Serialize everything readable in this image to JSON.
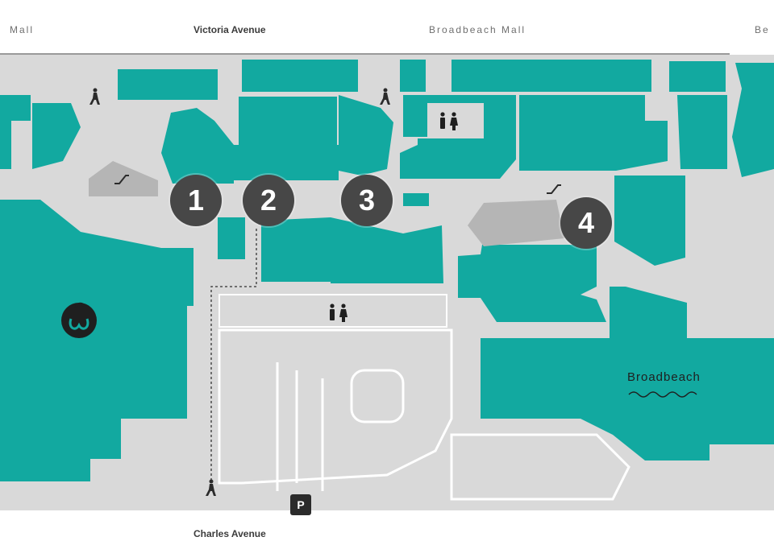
{
  "streets": {
    "top_left": "Mall",
    "top_center": "Victoria Avenue",
    "top_right": "Broadbeach Mall",
    "top_far_right": "Be",
    "bottom": "Charles Avenue"
  },
  "markers": [
    "1",
    "2",
    "3",
    "4"
  ],
  "brands": {
    "broadbeach": "Broadbeach"
  },
  "parking": {
    "label": "P"
  },
  "colors": {
    "store": "#12a9a0",
    "walkway": "#d9d9d9",
    "background": "#ffffff",
    "marker": "#474747",
    "escalator": "#b5b5b5",
    "parking_line": "#ffffff"
  },
  "icons": [
    "pedestrian-icon",
    "restroom-icon",
    "escalator-icon",
    "woolworths-logo-icon",
    "parking-icon"
  ]
}
